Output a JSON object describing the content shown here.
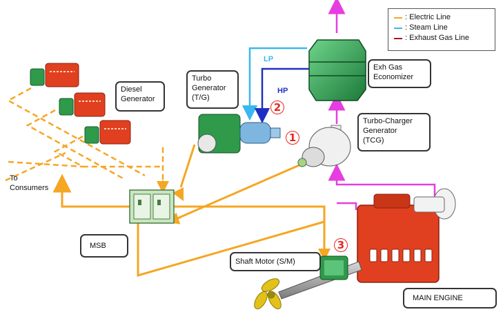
{
  "legend": {
    "electric": {
      "label": ": Electric Line",
      "color": "#f5a623"
    },
    "steam": {
      "label": ": Steam Line",
      "color": "#39b7f0"
    },
    "exhaust": {
      "label": ": Exhaust Gas Line",
      "color": "#a01818"
    }
  },
  "labels": {
    "diesel_generator": "Diesel\nGenerator",
    "turbo_generator": "Turbo\nGenerator\n(T/G)",
    "exh_gas_economizer": "Exh Gas\nEconomizer",
    "turbo_charger_generator": "Turbo-Charger\nGenerator\n(TCG)",
    "to_consumers": "To\nConsumers",
    "msb": "MSB",
    "shaft_motor": "Shaft Motor  (S/M)",
    "main_engine": "MAIN ENGINE"
  },
  "pipes": {
    "lp": "LP",
    "hp": "HP"
  },
  "markers": {
    "one": "1",
    "two": "2",
    "three": "3"
  },
  "colors": {
    "electric": "#f5a623",
    "steam_lp": "#39b7f0",
    "steam_hp": "#1f2fc2",
    "exhaust_flow": "#e63de0",
    "engine_red": "#e0401f",
    "gen_green": "#2e9a4a",
    "msb_green": "#c8e6c0"
  }
}
